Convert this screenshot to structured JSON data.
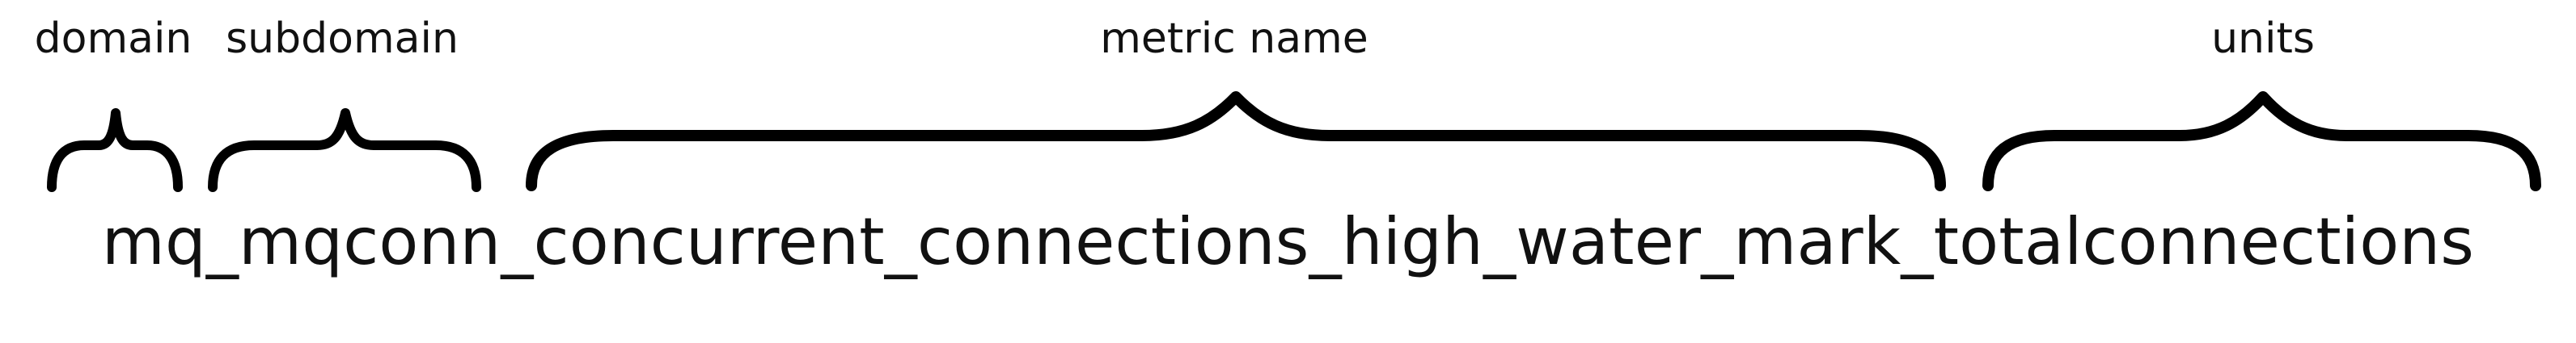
{
  "labels": {
    "domain": "domain",
    "subdomain": "subdomain",
    "metric": "metric name",
    "units": "units"
  },
  "metric_string": "mq_mqconn_concurrent_connections_high_water_mark_totalconnections",
  "colors": {
    "text": "#111111",
    "brace": "#000000",
    "background": "#ffffff"
  }
}
